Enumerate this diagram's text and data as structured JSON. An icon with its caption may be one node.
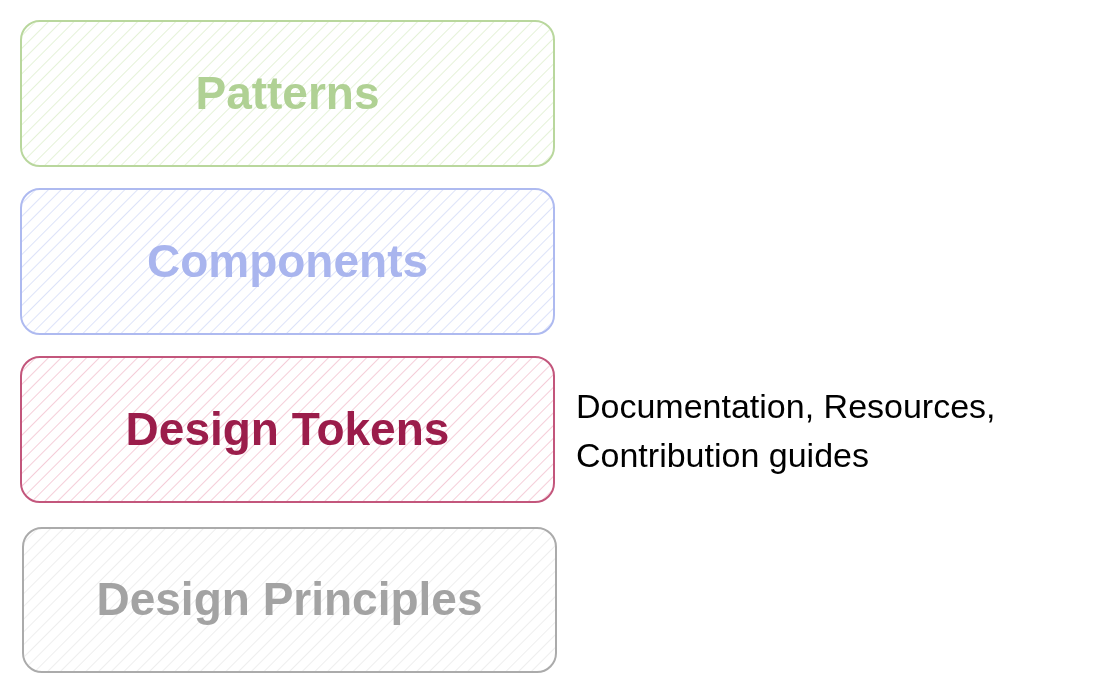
{
  "diagram": {
    "nodes": [
      {
        "text": [
          "Patterns"
        ]
      },
      {
        "text": [
          "Components"
        ]
      },
      {
        "text": [
          "Design Tokens"
        ],
        "beside": [
          "Documentation, Resources, Contribution guides"
        ]
      },
      {
        "text": [
          "Design Principles"
        ]
      }
    ]
  }
}
